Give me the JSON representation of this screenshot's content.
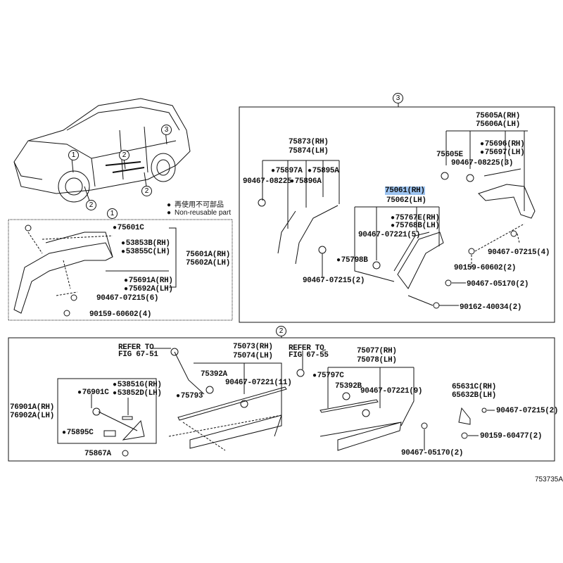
{
  "legend": {
    "jp": "再使用不可部品",
    "en": "Non-reusable part"
  },
  "callouts": {
    "one": "1",
    "two": "2",
    "three": "3"
  },
  "section1": {
    "title": "1",
    "parts": [
      "75601C",
      "53853B(RH)",
      "53855C(LH)",
      "75601A(RH)",
      "75602A(LH)",
      "75691A(RH)",
      "75692A(LH)",
      "90467-07215(6)",
      "90159-60602(4)"
    ]
  },
  "section3": {
    "title": "3",
    "parts": [
      "75873(RH)",
      "75874(LH)",
      "75897A",
      "75895A",
      "90467-08225",
      "75896A",
      "75061(RH)",
      "75062(LH)",
      "75767E(RH)",
      "75768B(LH)",
      "90467-07221(5)",
      "75798B",
      "90467-07215(2)",
      "90467-05170(2)",
      "90162-40034(2)",
      "75605A(RH)",
      "75606A(LH)",
      "75696(RH)",
      "75697(LH)",
      "75605E",
      "90467-08225(3)",
      "90467-07215(4)",
      "90159-60602(2)"
    ]
  },
  "section2": {
    "title": "2",
    "parts": [
      "REFER TO",
      "FIG 67-51",
      "75073(RH)",
      "75074(LH)",
      "75392A",
      "90467-07221(11)",
      "75793",
      "53851G(RH)",
      "53852D(LH)",
      "76901C",
      "76901A(RH)",
      "76902A(LH)",
      "75895C",
      "75867A",
      "REFER TO",
      "FIG 67-55",
      "75077(RH)",
      "75078(LH)",
      "75797C",
      "75392B",
      "90467-07221(9)",
      "65631C(RH)",
      "65632B(LH)",
      "90467-07215(2)",
      "90159-60477(2)",
      "90467-05170(2)"
    ]
  },
  "figure_id": "753735A",
  "highlight_color": "#9cc3f0"
}
